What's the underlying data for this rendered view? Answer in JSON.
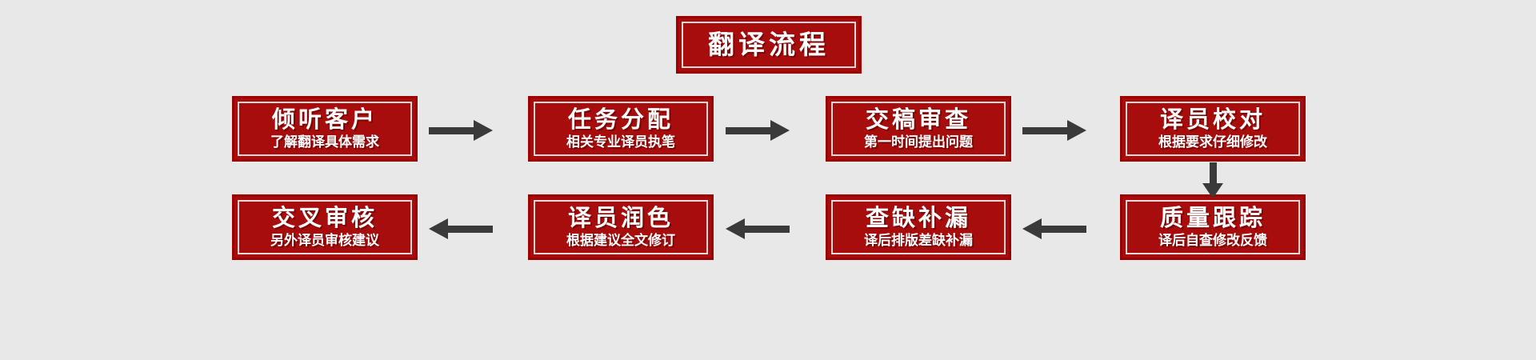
{
  "background_color": "#e8e8e8",
  "theme": {
    "box_fill": "#a80d0d",
    "box_border": "#9c0000",
    "box_inner_line": "#f3dada",
    "text_color": "#ffffff",
    "arrow_color": "#3a3a3a"
  },
  "title": {
    "label": "翻译流程"
  },
  "steps": [
    {
      "index": 1,
      "title": "倾听客户",
      "subtitle": "了解翻译具体需求"
    },
    {
      "index": 2,
      "title": "任务分配",
      "subtitle": "相关专业译员执笔"
    },
    {
      "index": 3,
      "title": "交稿审查",
      "subtitle": "第一时间提出问题"
    },
    {
      "index": 4,
      "title": "译员校对",
      "subtitle": "根据要求仔细修改"
    },
    {
      "index": 5,
      "title": "质量跟踪",
      "subtitle": "译后自查修改反馈"
    },
    {
      "index": 6,
      "title": "查缺补漏",
      "subtitle": "译后排版差缺补漏"
    },
    {
      "index": 7,
      "title": "译员润色",
      "subtitle": "根据建议全文修订"
    },
    {
      "index": 8,
      "title": "交叉审核",
      "subtitle": "另外译员审核建议"
    }
  ],
  "connectors": [
    {
      "id": "c1",
      "from": 1,
      "to": 2,
      "direction": "right"
    },
    {
      "id": "c2",
      "from": 2,
      "to": 3,
      "direction": "right"
    },
    {
      "id": "c3",
      "from": 3,
      "to": 4,
      "direction": "right"
    },
    {
      "id": "c4",
      "from": 4,
      "to": 5,
      "direction": "down"
    },
    {
      "id": "c5",
      "from": 5,
      "to": 6,
      "direction": "left"
    },
    {
      "id": "c6",
      "from": 6,
      "to": 7,
      "direction": "left"
    },
    {
      "id": "c7",
      "from": 7,
      "to": 8,
      "direction": "left"
    }
  ]
}
